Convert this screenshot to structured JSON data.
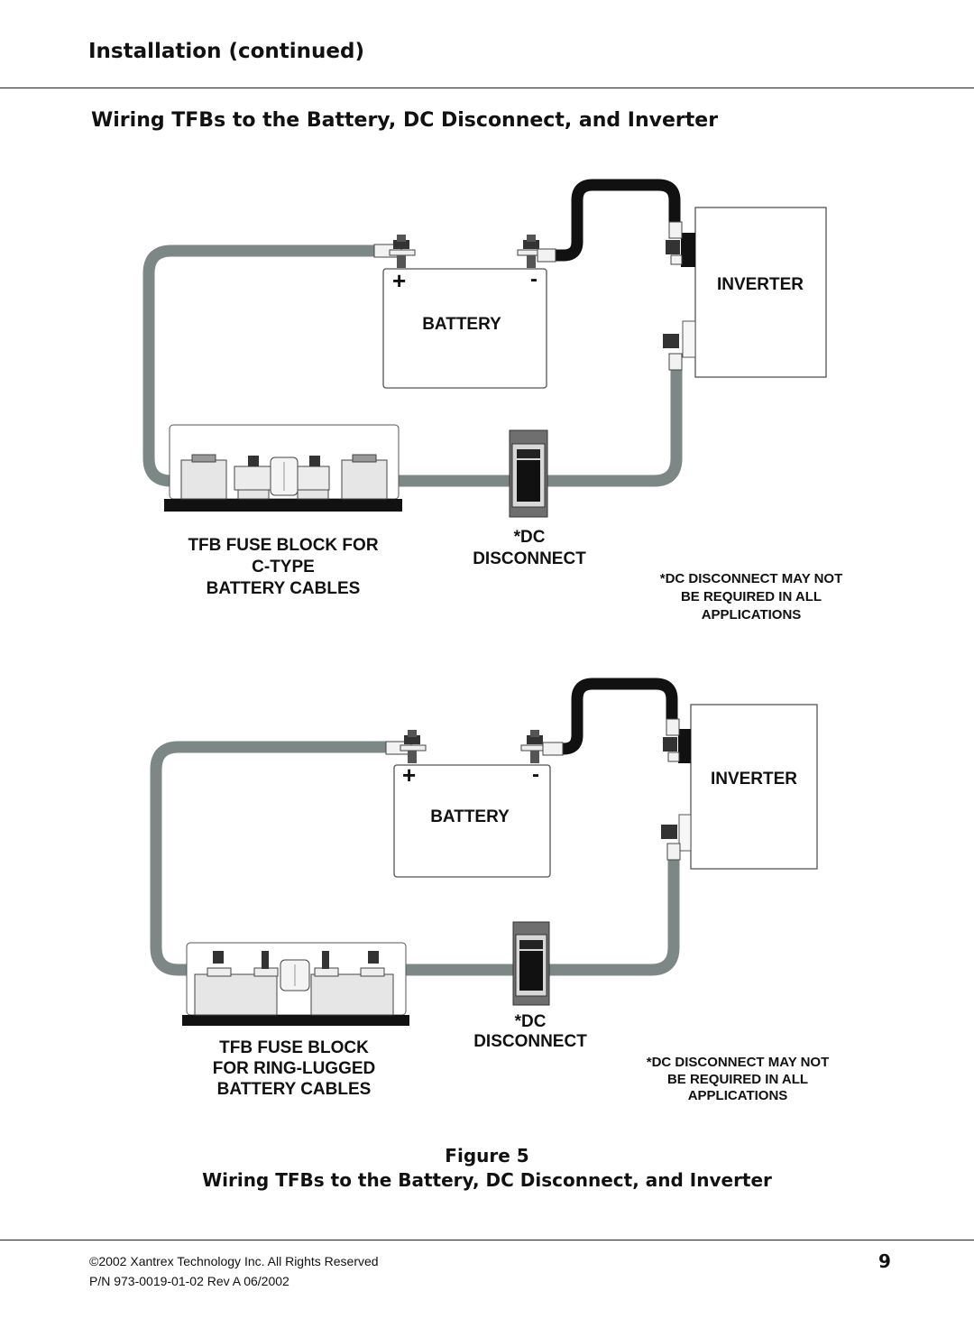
{
  "header": {
    "section_title": "Installation (continued)"
  },
  "section": {
    "heading": "Wiring TFBs to the Battery, DC Disconnect, and Inverter"
  },
  "diagrams": [
    {
      "battery_label": "BATTERY",
      "plus": "+",
      "minus": "-",
      "inverter_label": "INVERTER",
      "disconnect_label_1": "*DC",
      "disconnect_label_2": "DISCONNECT",
      "fuse_label": [
        "TFB FUSE BLOCK FOR",
        "C-TYPE",
        "BATTERY CABLES"
      ],
      "note": [
        "*DC DISCONNECT MAY NOT",
        "BE REQUIRED IN ALL",
        "APPLICATIONS"
      ]
    },
    {
      "battery_label": "BATTERY",
      "plus": "+",
      "minus": "-",
      "inverter_label": "INVERTER",
      "disconnect_label_1": "*DC",
      "disconnect_label_2": "DISCONNECT",
      "fuse_label": [
        "TFB FUSE BLOCK",
        "FOR RING-LUGGED",
        "BATTERY CABLES"
      ],
      "note": [
        "*DC DISCONNECT MAY NOT",
        "BE REQUIRED IN ALL",
        "APPLICATIONS"
      ]
    }
  ],
  "figure": {
    "label": "Figure 5",
    "caption": "Wiring TFBs to the Battery, DC Disconnect, and Inverter"
  },
  "footer": {
    "copyright": "©2002 Xantrex Technology Inc.   All Rights Reserved",
    "part_number": "P/N 973-0019-01-02 Rev A 06/2002",
    "page_number": "9"
  }
}
